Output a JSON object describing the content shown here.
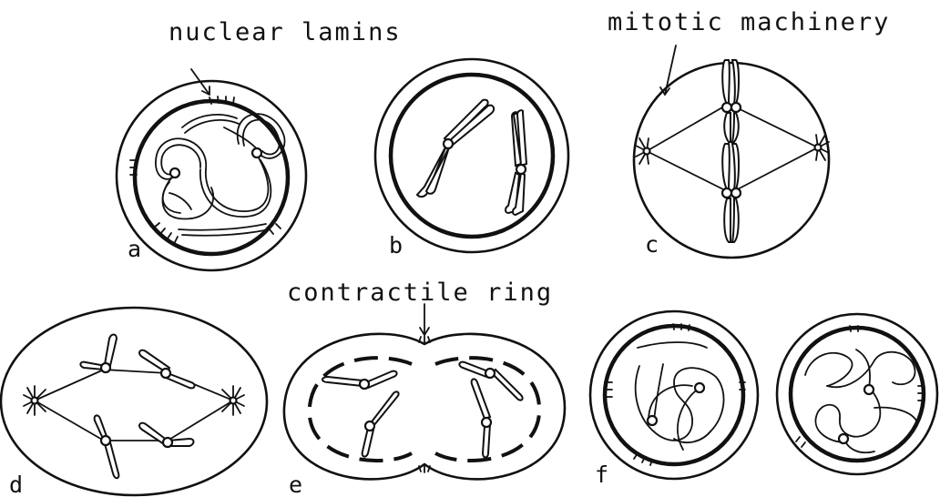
{
  "figure": {
    "callouts": {
      "nuclear_lamins": "nuclear lamins",
      "mitotic_machinery": "mitotic machinery",
      "contractile_ring": "contractile ring"
    },
    "panels": [
      {
        "letter": "a"
      },
      {
        "letter": "b"
      },
      {
        "letter": "c"
      },
      {
        "letter": "d"
      },
      {
        "letter": "e"
      },
      {
        "letter": "f"
      }
    ],
    "ink_color": "#111111",
    "background_color": "#ffffff"
  }
}
